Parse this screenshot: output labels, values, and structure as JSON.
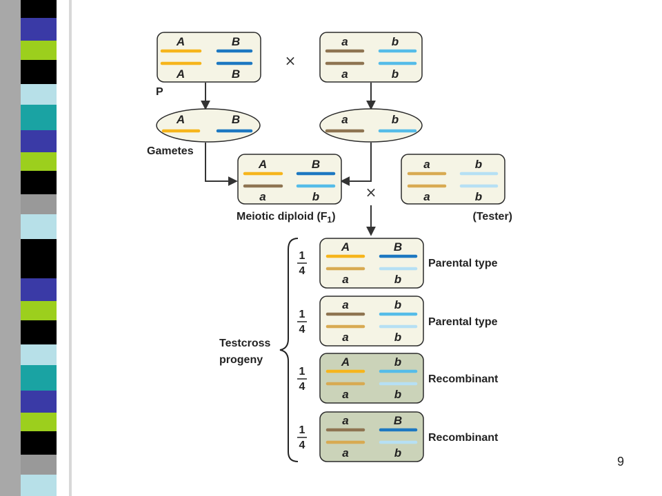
{
  "colors": {
    "A_allele": "#f6b51c",
    "a_allele": "#8e7451",
    "a_tester_allele": "#d8aa52",
    "B_allele": "#1d78c1",
    "b_allele": "#55bce8",
    "b_tester_allele": "#b6e0f4",
    "cell_fill": "#f5f4e5",
    "recombinant_fill": "#cbd3b9",
    "outline": "#2a2a2a",
    "arrow": "#333333"
  },
  "diagram": {
    "parent_label": "P",
    "gametes_label": "Gametes",
    "cross_symbol": "×",
    "f1_label_main": "Meiotic diploid (F",
    "f1_label_sub": "1",
    "f1_label_close": ")",
    "tester_label": "(Tester)",
    "progeny_label_line1": "Testcross",
    "progeny_label_line2": "progeny",
    "parent_left": {
      "top_left": "A",
      "top_right": "B",
      "bottom_left": "A",
      "bottom_right": "B"
    },
    "parent_right": {
      "top_left": "a",
      "top_right": "b",
      "bottom_left": "a",
      "bottom_right": "b"
    },
    "gamete_left": {
      "left": "A",
      "right": "B"
    },
    "gamete_right": {
      "left": "a",
      "right": "b"
    },
    "f1": {
      "top_left": "A",
      "top_right": "B",
      "bottom_left": "a",
      "bottom_right": "b"
    },
    "tester": {
      "top_left": "a",
      "top_right": "b",
      "bottom_left": "a",
      "bottom_right": "b"
    },
    "progeny": [
      {
        "frac_num": "1",
        "frac_den": "4",
        "top_left": "A",
        "top_right": "B",
        "bottom_left": "a",
        "bottom_right": "b",
        "type": "Parental type"
      },
      {
        "frac_num": "1",
        "frac_den": "4",
        "top_left": "a",
        "top_right": "b",
        "bottom_left": "a",
        "bottom_right": "b",
        "type": "Parental type"
      },
      {
        "frac_num": "1",
        "frac_den": "4",
        "top_left": "A",
        "top_right": "b",
        "bottom_left": "a",
        "bottom_right": "b",
        "type": "Recombinant"
      },
      {
        "frac_num": "1",
        "frac_den": "4",
        "top_left": "a",
        "top_right": "B",
        "bottom_left": "a",
        "bottom_right": "b",
        "type": "Recombinant"
      }
    ]
  },
  "slide": {
    "page_number": "9"
  }
}
